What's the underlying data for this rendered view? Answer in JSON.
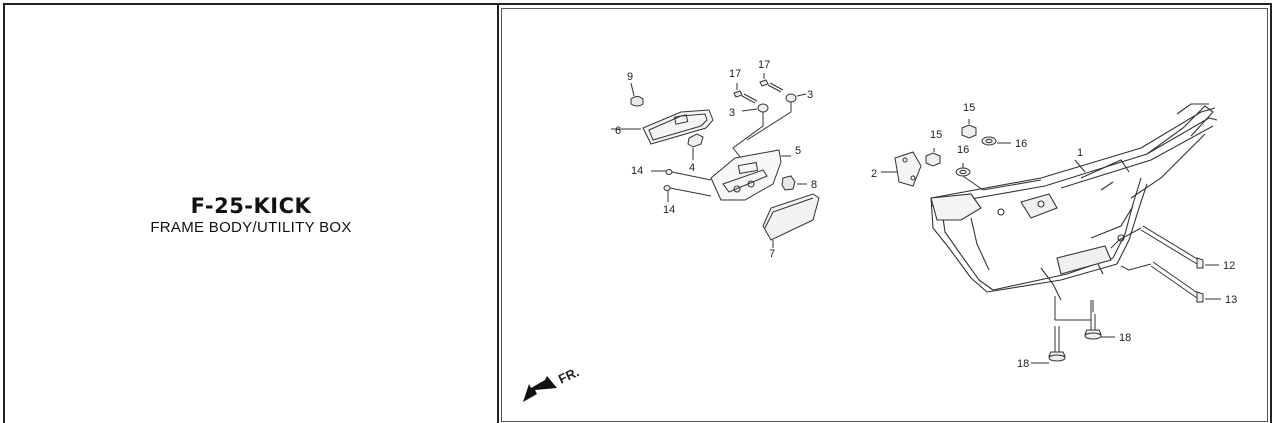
{
  "header": {
    "code": "F-25-KICK",
    "title": "FRAME BODY/UTILITY BOX"
  },
  "diagram": {
    "direction_label": "FR.",
    "callouts": {
      "p1": "1",
      "p2": "2",
      "p3a": "3",
      "p3b": "3",
      "p4": "4",
      "p5": "5",
      "p6": "6",
      "p7": "7",
      "p8": "8",
      "p9": "9",
      "p12": "12",
      "p13": "13",
      "p14a": "14",
      "p14b": "14",
      "p15a": "15",
      "p15b": "15",
      "p16a": "16",
      "p16b": "16",
      "p17a": "17",
      "p17b": "17",
      "p18a": "18",
      "p18b": "18"
    }
  }
}
